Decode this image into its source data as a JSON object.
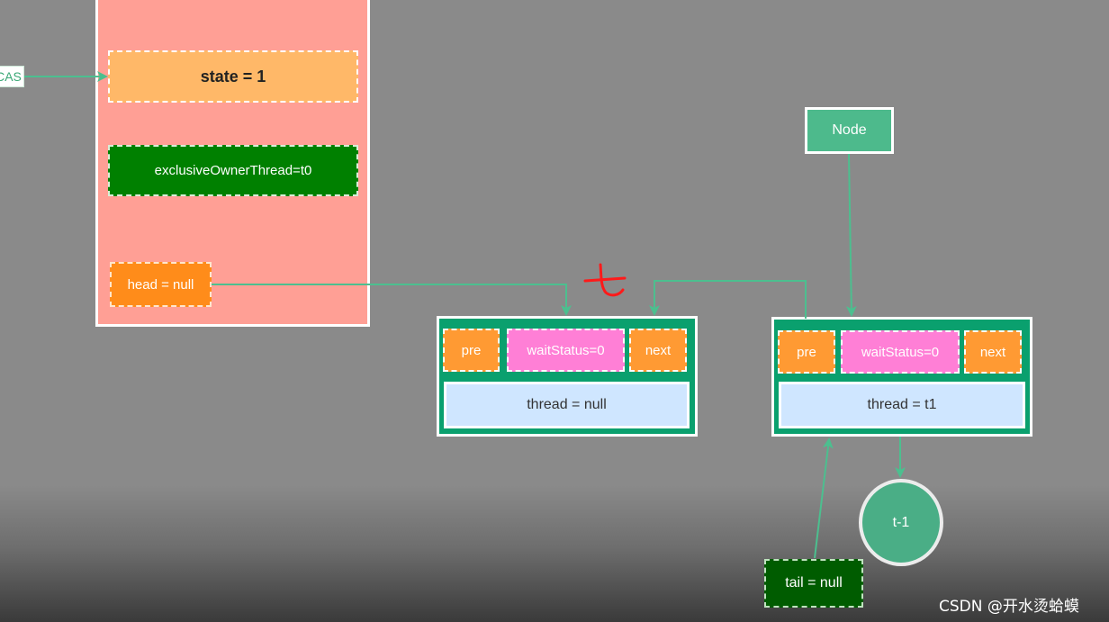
{
  "aqs": {
    "state": "state = 1",
    "owner": "exclusiveOwnerThread=t0",
    "head": "head = null",
    "cas_label": "CAS"
  },
  "node1": {
    "pre": "pre",
    "wait_status": "waitStatus=0",
    "next": "next",
    "thread": "thread = null"
  },
  "node2": {
    "pre": "pre",
    "wait_status": "waitStatus=0",
    "next": "next",
    "thread": "thread = t1"
  },
  "node_label": "Node",
  "thread_circle": "t-1",
  "tail": "tail = null",
  "annotation": "七",
  "watermark": "CSDN @开水烫蛤蟆",
  "colors": {
    "arrow": "#4cbf8f",
    "annotation": "#ff1a1a",
    "aqs_panel": "#ff9f95",
    "node_green": "#0aa06e"
  }
}
